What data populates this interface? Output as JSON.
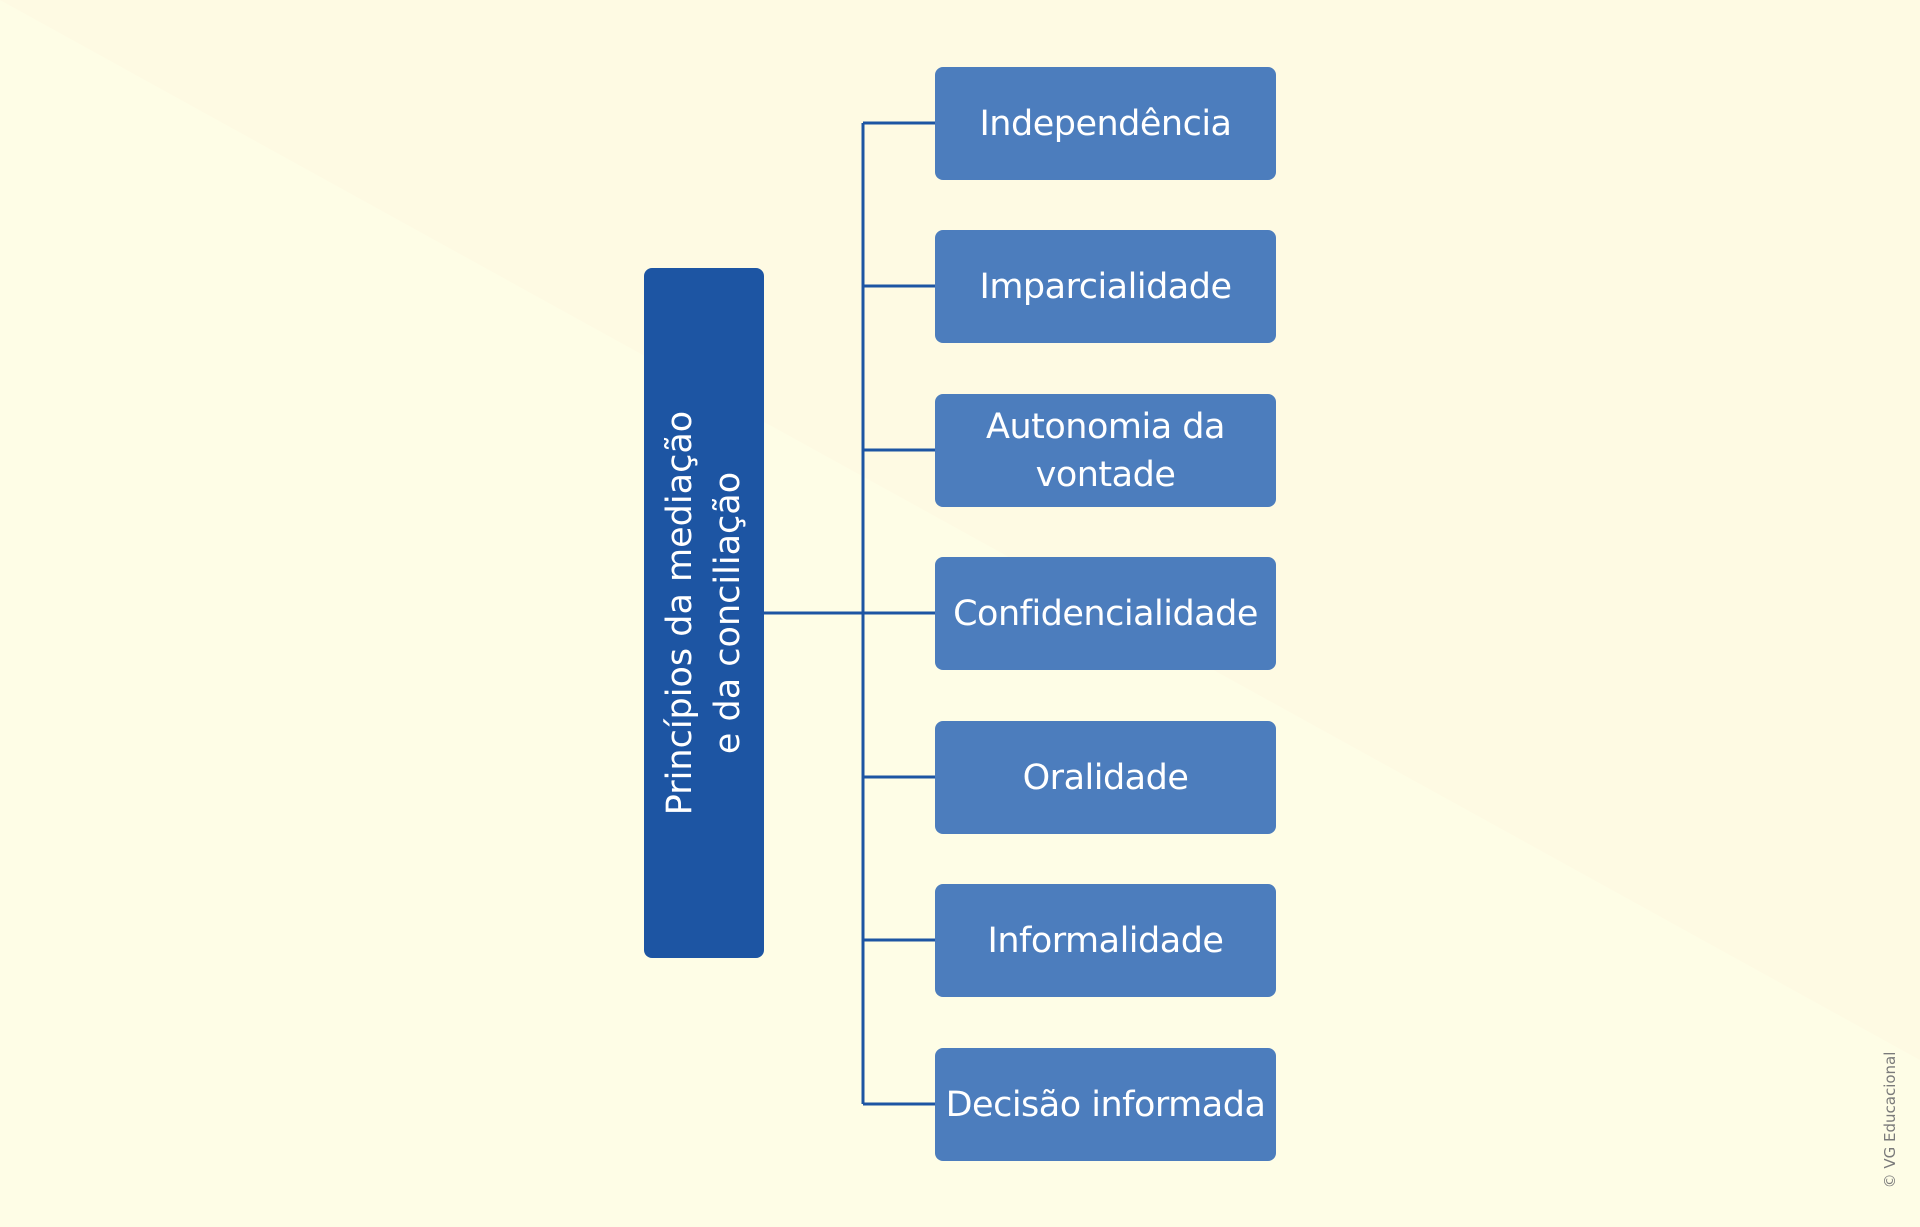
{
  "diagram": {
    "root": {
      "label": "Princípios da mediação\ne da conciliação"
    },
    "principles": [
      {
        "label": "Independência"
      },
      {
        "label": "Imparcialidade"
      },
      {
        "label": "Autonomia da\nvontade"
      },
      {
        "label": "Confidencialidade"
      },
      {
        "label": "Oralidade"
      },
      {
        "label": "Informalidade"
      },
      {
        "label": "Decisão informada"
      }
    ],
    "credit": "© VG Educacional"
  },
  "colors": {
    "background": "#fefde6",
    "background_band": "#fefae3",
    "root_fill": "#1d55a3",
    "principle_fill": "#4c7dbd",
    "connector": "#1d55a3",
    "text": "#ffffff",
    "credit_text": "#7a7a7a"
  }
}
